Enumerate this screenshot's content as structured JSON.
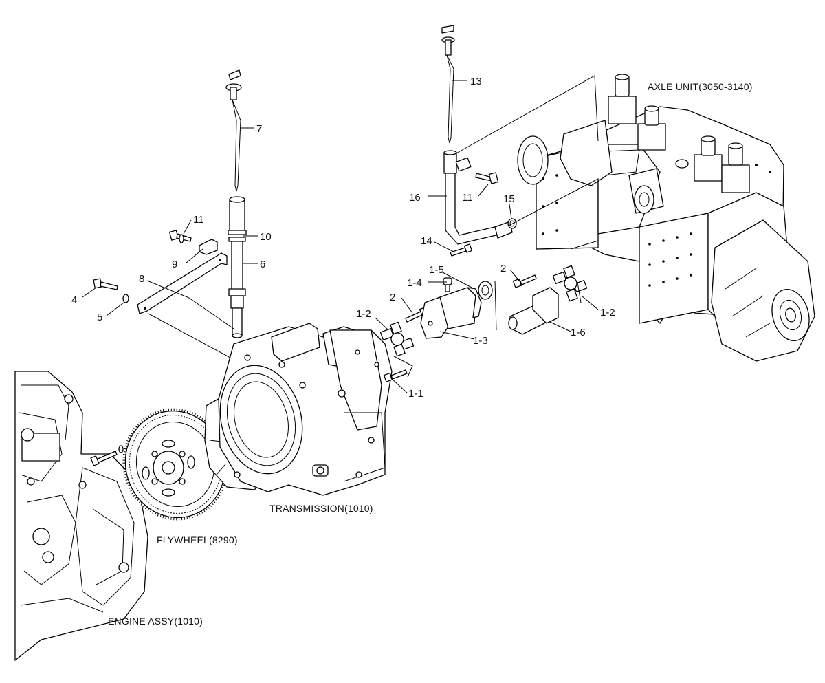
{
  "assemblies": {
    "axle_unit": "AXLE UNIT(3050-3140)",
    "transmission": "TRANSMISSION(1010)",
    "flywheel": "FLYWHEEL(8290)",
    "engine_assy": "ENGINE ASSY(1010)"
  },
  "callouts": {
    "c7": "7",
    "c10": "10",
    "c6": "6",
    "c11a": "11",
    "c9": "9",
    "c8": "8",
    "c4": "4",
    "c5": "5",
    "c13": "13",
    "c16": "16",
    "c11b": "11",
    "c15": "15",
    "c14": "14",
    "c2a": "2",
    "c2b": "2",
    "c1_5": "1-5",
    "c1_4": "1-4",
    "c1_2a": "1-2",
    "c1_3": "1-3",
    "c1_1": "1-1",
    "c1_6": "1-6",
    "c1_2b": "1-2"
  }
}
